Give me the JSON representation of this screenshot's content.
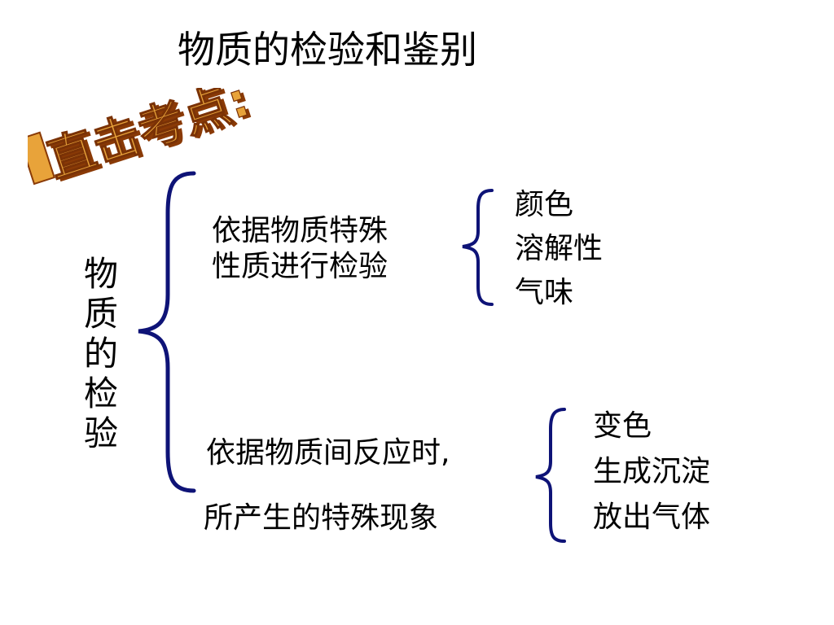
{
  "slide": {
    "title": "物质的检验和鉴别",
    "wordart": "直击考点:",
    "vertical_label": [
      "物",
      "质",
      "的",
      "检",
      "验"
    ],
    "branch1": {
      "lines": [
        "依据物质特殊",
        "性质进行检验"
      ],
      "items": [
        "颜色",
        "溶解性",
        "气味"
      ]
    },
    "branch2": {
      "lines": [
        "依据物质间反应时,",
        "所产生的特殊现象"
      ],
      "items": [
        "变色",
        "生成沉淀",
        "放出气体"
      ]
    }
  },
  "colors": {
    "brace": "#0e1377",
    "text": "#000000",
    "wordart_fill": "#e8a33a",
    "wordart_shadow": "#8a3a06"
  }
}
